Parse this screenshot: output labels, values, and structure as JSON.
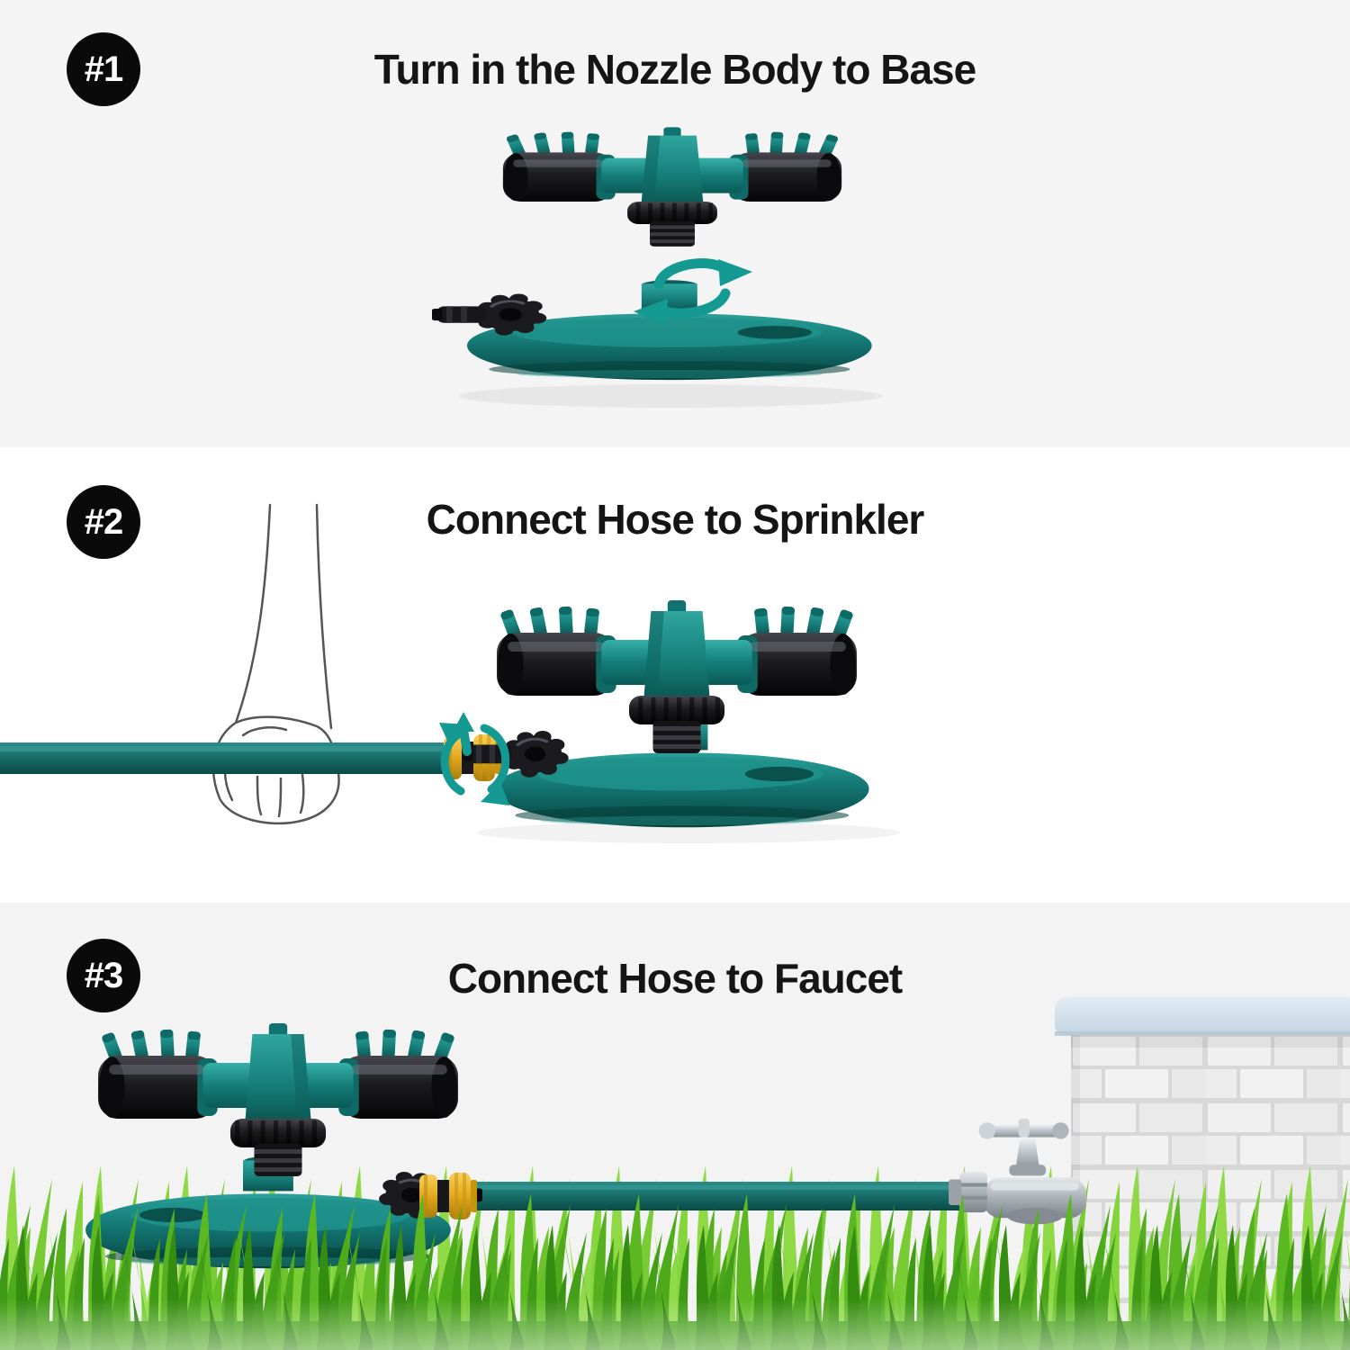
{
  "steps": [
    {
      "badge": "#1",
      "title": "Turn in the Nozzle Body to Base",
      "background": "#f4f4f4"
    },
    {
      "badge": "#2",
      "title": "Connect Hose to Sprinkler",
      "background": "#ffffff"
    },
    {
      "badge": "#3",
      "title": "Connect Hose to Faucet",
      "background": "#f3f3f3"
    }
  ],
  "colors": {
    "badge_background": "#0a0a0a",
    "badge_text": "#ffffff",
    "title_text": "#151515",
    "sprinkler_teal": "#17807b",
    "sprinkler_teal_dark": "#0a5652",
    "sprinkler_teal_light": "#2fa69f",
    "plastic_black": "#1c1c1f",
    "hose_teal": "#176f6b",
    "connector_yellow": "#e9b52f",
    "rotation_arrow_teal": "#149a93",
    "grass_green": "#55b01f",
    "grass_green_dark": "#2f8410",
    "grass_green_light": "#8fd945",
    "brick_white": "#efefef",
    "brick_mortar": "#d9d9d9",
    "wall_cap_blue": "#cfdde9",
    "faucet_silver": "#b3b9be"
  },
  "illustrations": {
    "step1": [
      "sprinkler-nozzle-body",
      "rotation-arrows",
      "sprinkler-base"
    ],
    "step2": [
      "hand-sketch",
      "garden-hose",
      "quick-connector",
      "rotation-arrows",
      "assembled-sprinkler"
    ],
    "step3": [
      "assembled-sprinkler",
      "quick-connector",
      "garden-hose",
      "water-faucet",
      "brick-wall",
      "grass"
    ]
  }
}
